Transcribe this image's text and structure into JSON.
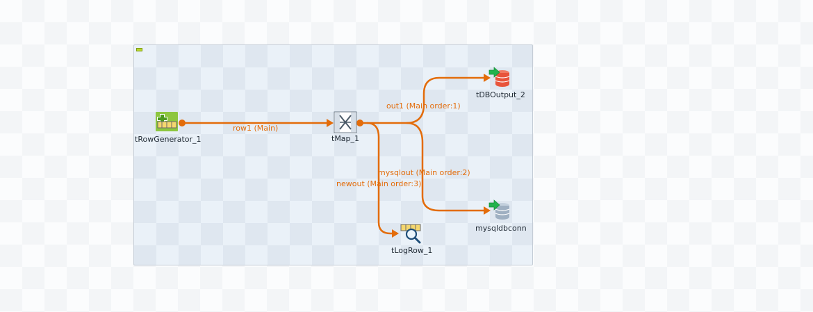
{
  "canvas": {
    "components": {
      "row_generator": {
        "label": "tRowGenerator_1",
        "icon": "row-generator-icon"
      },
      "tmap": {
        "label": "tMap_1",
        "icon": "tmap-icon"
      },
      "db_output": {
        "label": "tDBOutput_2",
        "icon": "db-output-icon"
      },
      "mysql_output": {
        "label": "mysqldbconn",
        "icon": "mysql-output-icon"
      },
      "log_row": {
        "label": "tLogRow_1",
        "icon": "log-row-icon"
      }
    },
    "links": {
      "row1": {
        "label": "row1 (Main)"
      },
      "out1": {
        "label": "out1 (Main order:1)"
      },
      "mysqlout": {
        "label": "mysqlout (Main order:2)"
      },
      "newout": {
        "label": "newout (Main order:3)"
      }
    },
    "colors": {
      "link": "#e36c0a",
      "generator": "#8dc63f",
      "db_red": "#e8543b",
      "db_grey": "#9fb0c2",
      "arrow_green": "#22b24c"
    }
  }
}
